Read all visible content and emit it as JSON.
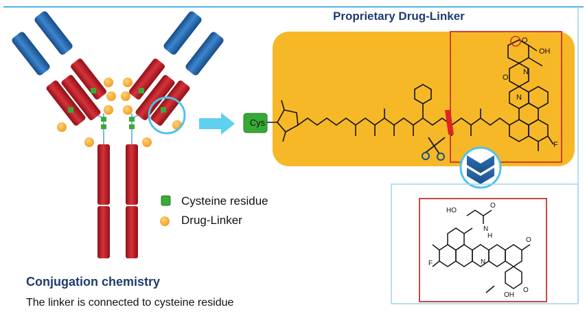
{
  "header": {
    "title": "Proprietary Drug-Linker"
  },
  "legend": {
    "cysteine_label": "Cysteine residue",
    "drug_linker_label": "Drug-Linker"
  },
  "molecule": {
    "cys_tag": "Cys",
    "atoms": {
      "oxygen": "O",
      "hydrogen_bond_o": "OH",
      "ho_group": "HO",
      "nitrogen": "N",
      "nh": "H",
      "fluorine": "F"
    }
  },
  "footer": {
    "section_title": "Conjugation chemistry",
    "section_text": "The linker is connected to cysteine residue"
  },
  "colors": {
    "heavy_chain": "#c8232b",
    "light_chain_blue": "#2a6fb5",
    "cysteine": "#3aaa3a",
    "drug_linker": "#f5a623",
    "linker_panel": "#f6b827",
    "title_blue": "#1f3b6e",
    "accent_cyan": "#4fc3e8",
    "frame_red": "#c8332b"
  }
}
